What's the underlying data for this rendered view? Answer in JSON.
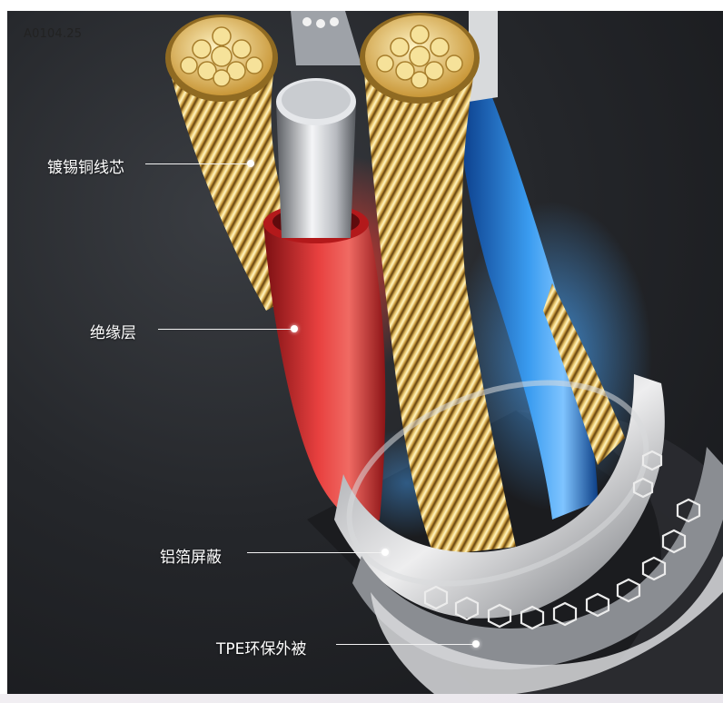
{
  "product_code": "A0104.25",
  "callouts": [
    {
      "id": "tinned-copper-core",
      "label": "镀锡铜线芯"
    },
    {
      "id": "insulation-layer",
      "label": "绝缘层"
    },
    {
      "id": "aluminum-foil-shield",
      "label": "铝箔屏蔽"
    },
    {
      "id": "tpe-jacket",
      "label": "TPE环保外被"
    }
  ]
}
